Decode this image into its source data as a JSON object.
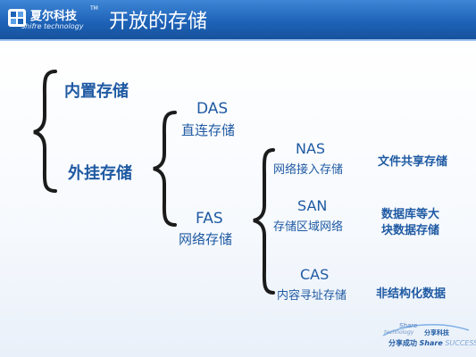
{
  "header": {
    "logo_cn": "夏尔科技",
    "logo_tm": "TM",
    "logo_en": "shifre technology",
    "title": "开放的存储"
  },
  "tree": {
    "internal": "内置存储",
    "external": "外挂存储",
    "das_abbr": "DAS",
    "das_full": "直连存储",
    "fas_abbr": "FAS",
    "fas_full": "网络存储",
    "nas_abbr": "NAS",
    "nas_full": "网络接入存储",
    "nas_desc": "文件共享存储",
    "san_abbr": "SAN",
    "san_full": "存储区域网络",
    "san_desc_line1": "数据库等大",
    "san_desc_line2": "块数据存储",
    "cas_abbr": "CAS",
    "cas_full": "内容寻址存储",
    "cas_desc": "非结构化数据"
  },
  "footer_logo": {
    "share": "Share",
    "technology": "technology",
    "cn_top": "分享科技",
    "cn_bottom": "分享成功",
    "share2": "Share",
    "success": "SUCCESS"
  },
  "colors": {
    "header_blue": "#1e63b8",
    "text_blue": "#1f5aa3",
    "brace_dark": "#1b1b1b"
  }
}
